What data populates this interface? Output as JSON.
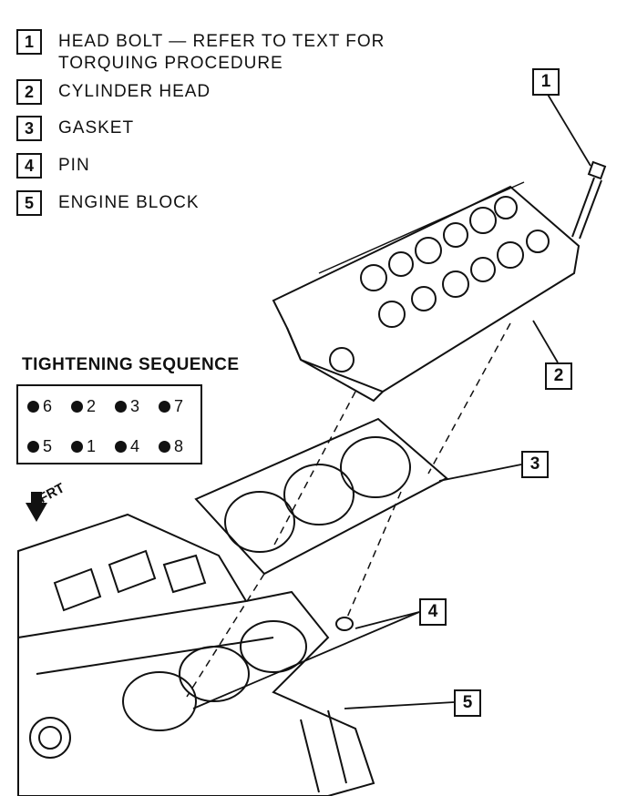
{
  "legend": [
    {
      "num": "1",
      "text": "HEAD BOLT — REFER TO TEXT FOR\nTORQUING PROCEDURE"
    },
    {
      "num": "2",
      "text": "CYLINDER HEAD"
    },
    {
      "num": "3",
      "text": "GASKET"
    },
    {
      "num": "4",
      "text": "PIN"
    },
    {
      "num": "5",
      "text": "ENGINE BLOCK"
    }
  ],
  "sequence": {
    "title": "TIGHTENING SEQUENCE",
    "top_row": [
      "6",
      "2",
      "3",
      "7"
    ],
    "bottom_row": [
      "5",
      "1",
      "4",
      "8"
    ]
  },
  "direction_label": "FRT",
  "callouts": [
    "1",
    "2",
    "3",
    "4",
    "5"
  ]
}
